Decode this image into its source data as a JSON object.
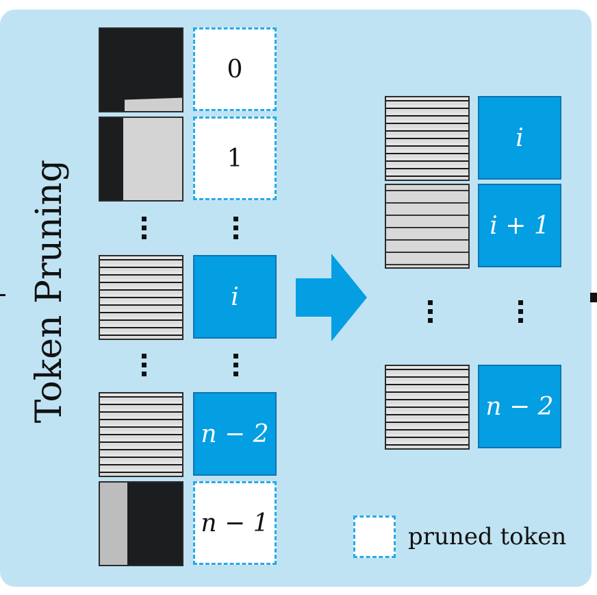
{
  "title": "Token Pruning",
  "left_tokens": [
    {
      "label": "0",
      "state": "pruned",
      "patch": "dark-edge"
    },
    {
      "label": "1",
      "state": "pruned",
      "patch": "dark-light-split"
    },
    {
      "label": "i",
      "state": "kept",
      "patch": "text"
    },
    {
      "label": "n − 2",
      "state": "kept",
      "patch": "text"
    },
    {
      "label": "n − 1",
      "state": "pruned",
      "patch": "light-dark-split"
    }
  ],
  "right_tokens": [
    {
      "label": "i",
      "state": "kept",
      "patch": "text"
    },
    {
      "label": "i + 1",
      "state": "kept",
      "patch": "sparse-text"
    },
    {
      "label": "n − 2",
      "state": "kept",
      "patch": "text"
    }
  ],
  "legend": {
    "label": "pruned token"
  },
  "colors": {
    "panel": "#bfe3f3",
    "kept": "#049ee3",
    "pruned_border": "#27a9e6",
    "arrow": "#049ee3"
  },
  "icons": {
    "arrow": "right-arrow-icon",
    "ellipsis": "vertical-ellipsis-icon"
  }
}
